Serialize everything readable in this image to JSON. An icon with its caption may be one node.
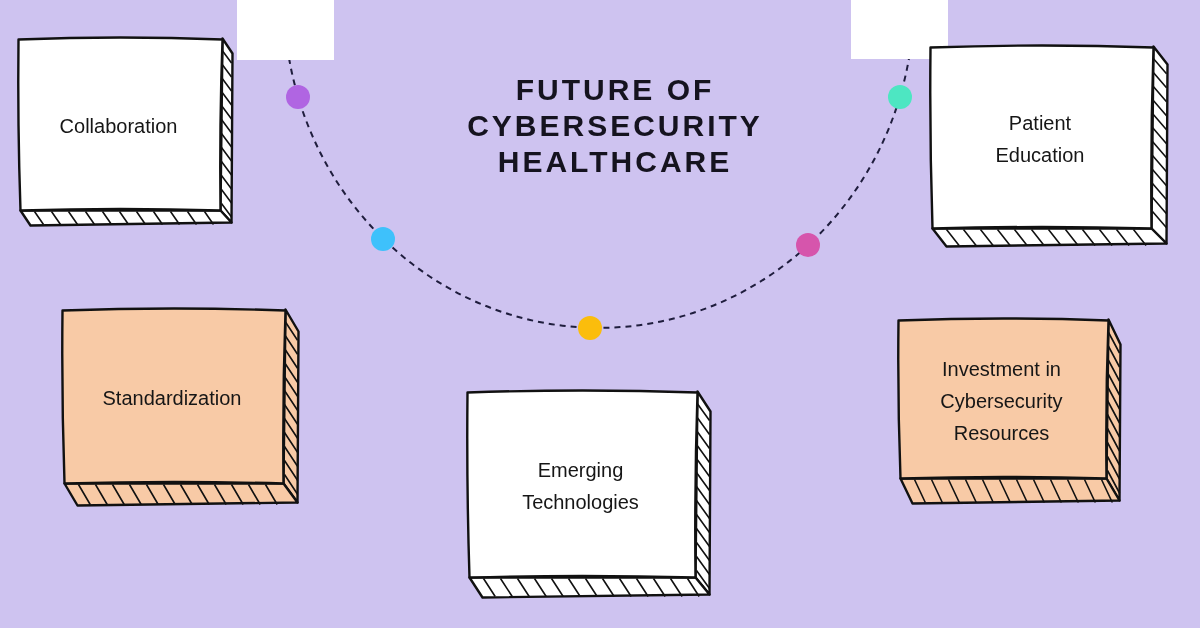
{
  "diagram": {
    "title": "FUTURE OF CYBERSECURITY HEALTHCARE",
    "nodes": [
      {
        "text": [
          "Collaboration"
        ]
      },
      {
        "text": [],
        "shape": "box"
      },
      {
        "text": [],
        "shape": "box"
      },
      {
        "text": [
          "Patient Education"
        ]
      },
      {
        "text": [
          "Standardization"
        ]
      },
      {
        "text": [
          "Emerging Technologies"
        ]
      },
      {
        "text": [
          "Investment in Cybersecurity Resources"
        ]
      }
    ],
    "edges": [
      {
        "from": 1,
        "to": 2,
        "arrow": "none",
        "style": "dashed"
      }
    ]
  }
}
